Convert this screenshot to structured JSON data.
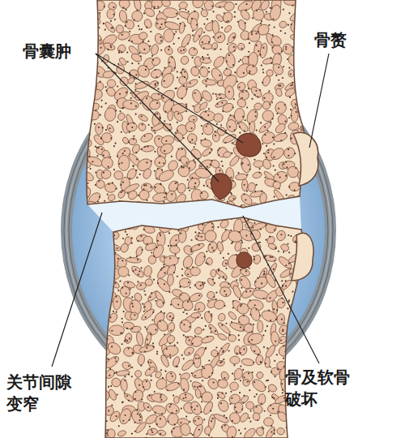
{
  "diagram": {
    "labels": [
      "骨囊肿",
      "骨赘",
      "关节间隙变窄",
      "骨及软骨破坏"
    ]
  }
}
